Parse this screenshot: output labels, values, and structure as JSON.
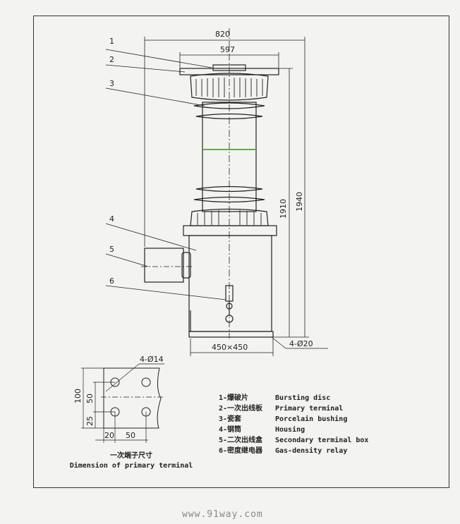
{
  "dimensions": {
    "width_overall": "820",
    "width_plate": "597",
    "height_1910": "1910",
    "height_1940": "1940",
    "base": "450×450",
    "anchor_holes": "4-Ø20",
    "terminal_holes": "4-Ø14",
    "terminal_100": "100",
    "terminal_50v": "50",
    "terminal_25": "25",
    "terminal_20": "20",
    "terminal_50h": "50"
  },
  "callouts": [
    "1",
    "2",
    "3",
    "4",
    "5",
    "6"
  ],
  "legend": [
    {
      "zh": "1-爆破片",
      "en": "Bursting disc"
    },
    {
      "zh": "2-一次出线板",
      "en": "Primary terminal"
    },
    {
      "zh": "3-瓷套",
      "en": "Porcelain bushing"
    },
    {
      "zh": "4-钢筒",
      "en": "Housing"
    },
    {
      "zh": "5-二次出线盒",
      "en": "Secondary terminal box"
    },
    {
      "zh": "6-密度继电器",
      "en": "Gas-density relay"
    }
  ],
  "caption": {
    "zh": "一次端子尺寸",
    "en": "Dimension of primary terminal"
  },
  "watermark": "www.91way.com"
}
